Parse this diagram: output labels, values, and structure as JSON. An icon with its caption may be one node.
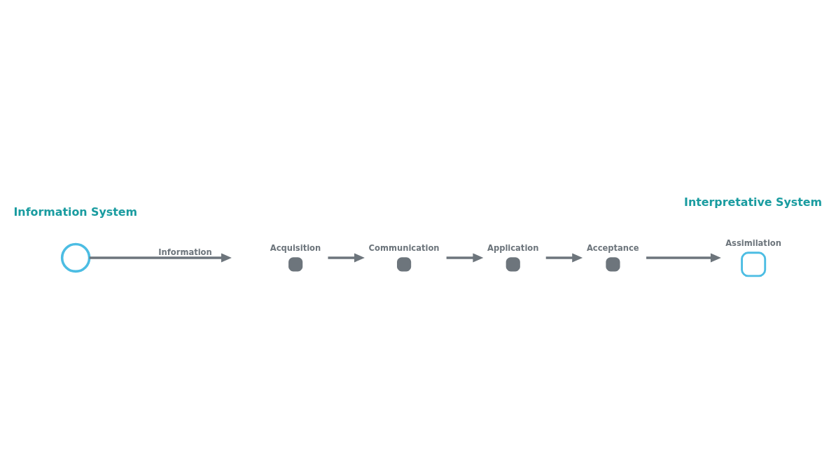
{
  "diagram": {
    "nodes": [
      {
        "text": [],
        "shape": "circle"
      },
      {
        "text": [
          "Acquisition"
        ]
      },
      {
        "text": [
          "Communication"
        ]
      },
      {
        "text": [
          "Assimilation"
        ]
      },
      {
        "text": [
          "Application"
        ]
      },
      {
        "text": [
          "Acceptance"
        ]
      }
    ],
    "edges": [
      {
        "from": 0,
        "to": null,
        "arrow": "to",
        "label": "Information"
      },
      {
        "from": 1,
        "to": 2,
        "arrow": "to"
      },
      {
        "from": 2,
        "to": 4,
        "arrow": "to"
      },
      {
        "from": 4,
        "to": 5,
        "arrow": "to"
      },
      {
        "from": 5,
        "to": 3,
        "arrow": "to"
      }
    ],
    "labels": [
      "Information System",
      "Interpretative System"
    ]
  }
}
